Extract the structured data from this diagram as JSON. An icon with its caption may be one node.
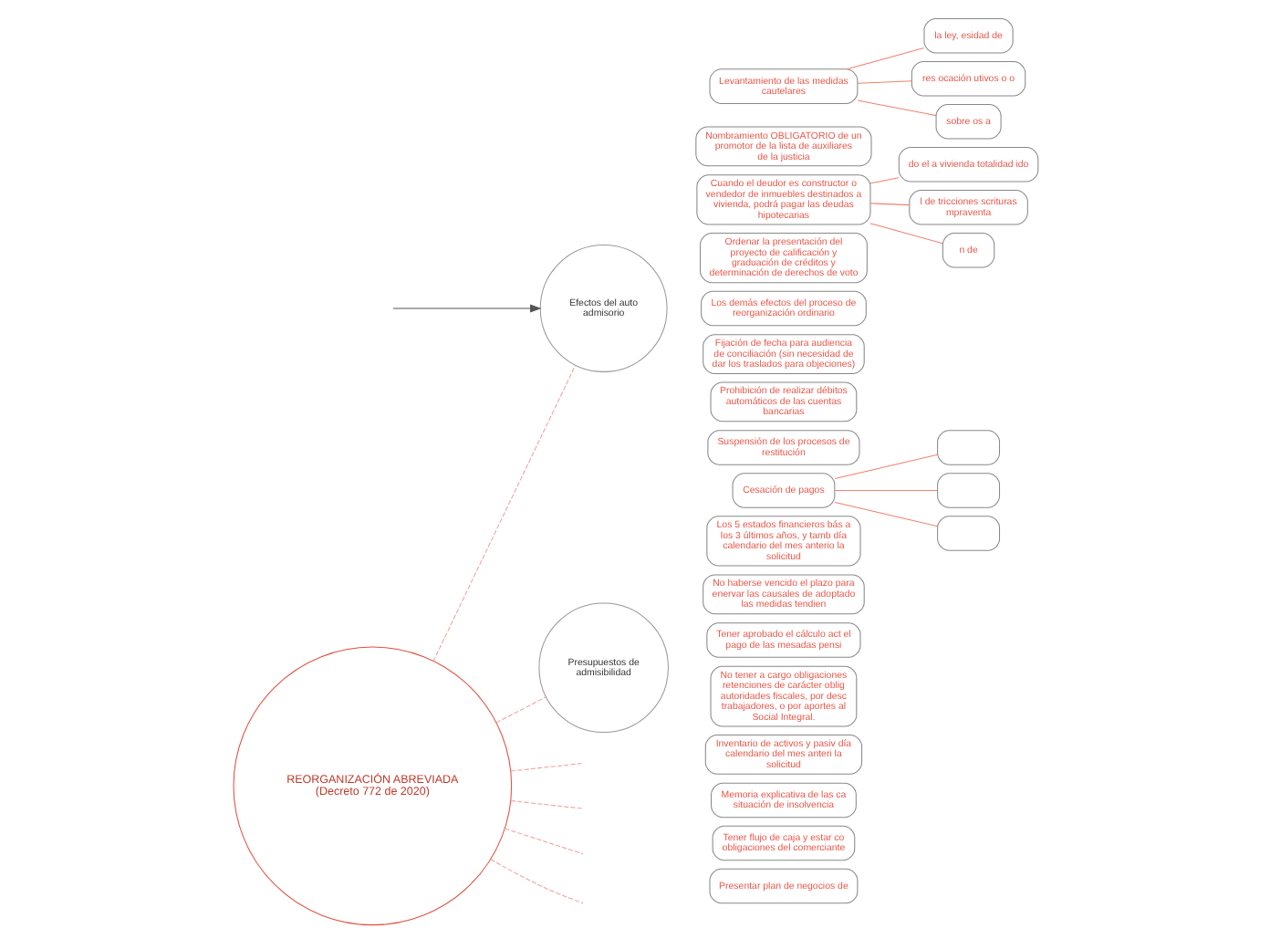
{
  "diagram": {
    "nodes": [
      {
        "text": [
          "REORGANIZACIÓN ABREVIADA (Decreto 772 de 2020)"
        ]
      },
      {
        "text": [
          "Efectos del auto admisorio"
        ]
      },
      {
        "text": [
          "Presupuestos de admisibilidad"
        ]
      },
      {
        "text": [
          "Levantamiento de las medidas cautelares"
        ]
      },
      {
        "text": [
          "la ley, esidad de"
        ]
      },
      {
        "text": [
          "res ocación utivos o o"
        ]
      },
      {
        "text": [
          "sobre os a"
        ]
      },
      {
        "text": [
          "Nombramiento OBLIGATORIO de un promotor de la lista de auxiliares de la justicia"
        ]
      },
      {
        "text": [
          "Cuando el deudor es constructor o vendedor de inmuebles destinados a vivienda, podrá pagar las deudas hipotecarias"
        ]
      },
      {
        "text": [
          "do el a vivienda totalidad ido"
        ]
      },
      {
        "text": [
          "l de tricciones scrituras mpraventa"
        ]
      },
      {
        "text": [
          "n de"
        ]
      },
      {
        "text": [
          "Ordenar la presentación del proyecto de calificación y graduación de créditos y determinación de derechos de voto"
        ]
      },
      {
        "text": [
          "Los demás efectos del proceso de reorganización ordinario"
        ]
      },
      {
        "text": [
          "Fijación de fecha para audiencia de conciliación (sin necesidad de dar los traslados para objeciones)"
        ]
      },
      {
        "text": [
          "Prohibición de realizar débitos automáticos de las cuentas bancarias"
        ]
      },
      {
        "text": [
          "Suspensión de los procesos de restitución"
        ]
      },
      {
        "text": [
          "Cesación de pagos"
        ]
      },
      {
        "text": [],
        "shape": "box"
      },
      {
        "text": [],
        "shape": "box"
      },
      {
        "text": [],
        "shape": "box"
      },
      {
        "text": [
          "Los 5 estados financieros bás a los 3 últimos años, y tamb día calendario del mes anterio la solicitud"
        ]
      },
      {
        "text": [
          "No haberse vencido el plazo para enervar las causales de adoptado las medidas tendien"
        ]
      },
      {
        "text": [
          "Tener aprobado el cálculo act el pago de las mesadas pensi"
        ]
      },
      {
        "text": [
          "No tener a cargo obligaciones retenciones de carácter oblig autoridades fiscales, por desc trabajadores, o por aportes al Social Integral."
        ]
      },
      {
        "text": [
          "Inventario de activos y pasiv día calendario del mes anteri la solicitud"
        ]
      },
      {
        "text": [
          "Memoria explicativa de las ca situación de insolvencia"
        ]
      },
      {
        "text": [
          "Tener flujo de caja y estar co obligaciones del comerciante"
        ]
      },
      {
        "text": [
          "Presentar plan de negocios de"
        ]
      }
    ],
    "edges": [
      {
        "from": 0,
        "to": 1,
        "arrow": "none",
        "style": "dashed"
      },
      {
        "from": 0,
        "to": 2,
        "arrow": "none",
        "style": "dashed"
      },
      {
        "from": 0,
        "to": null,
        "arrow": "none",
        "style": "dashed"
      },
      {
        "from": 0,
        "to": null,
        "arrow": "none",
        "style": "dashed"
      },
      {
        "from": 0,
        "to": null,
        "arrow": "none",
        "style": "dashed"
      },
      {
        "from": 0,
        "to": null,
        "arrow": "none",
        "style": "dashed"
      },
      {
        "from": null,
        "to": 1,
        "arrow": "to",
        "color": "#555555"
      },
      {
        "from": 3,
        "to": 4,
        "arrow": "none"
      },
      {
        "from": 3,
        "to": 5,
        "arrow": "none"
      },
      {
        "from": 3,
        "to": 6,
        "arrow": "none"
      },
      {
        "from": 8,
        "to": 9,
        "arrow": "none"
      },
      {
        "from": 8,
        "to": 10,
        "arrow": "none"
      },
      {
        "from": 8,
        "to": 11,
        "arrow": "none"
      },
      {
        "from": 17,
        "to": 18,
        "arrow": "none"
      },
      {
        "from": 17,
        "to": 19,
        "arrow": "none"
      },
      {
        "from": 17,
        "to": 20,
        "arrow": "none"
      }
    ]
  }
}
